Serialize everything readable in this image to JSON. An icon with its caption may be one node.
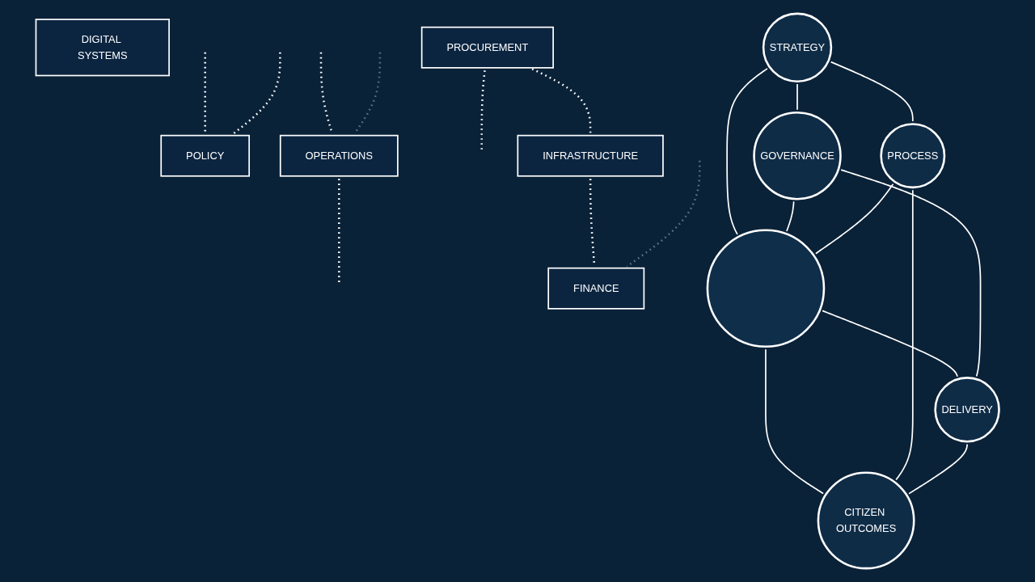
{
  "diagram": {
    "nodes": [
      {
        "text": [
          "DIGITAL SYSTEMS"
        ]
      },
      {
        "text": [
          "POLICY"
        ]
      },
      {
        "text": [
          "OPERATIONS"
        ]
      },
      {
        "text": [
          "PROCUREMENT"
        ]
      },
      {
        "text": [
          "INFRASTRUCTURE"
        ]
      },
      {
        "text": [
          "FINANCE"
        ]
      },
      {
        "text": [
          "STRATEGY"
        ]
      },
      {
        "text": [
          "GOVERNANCE"
        ]
      },
      {
        "text": [],
        "shape": "circle"
      },
      {
        "text": [
          "PROCESS"
        ]
      },
      {
        "text": [
          "DELIVERY"
        ]
      },
      {
        "text": [
          "CITIZEN OUTCOMES"
        ]
      }
    ],
    "edges": [
      {
        "from": null,
        "to": 1,
        "arrow": "none",
        "style": "dashed"
      },
      {
        "from": null,
        "to": 1,
        "arrow": "none",
        "style": "dashed"
      },
      {
        "from": null,
        "to": 2,
        "arrow": "none",
        "style": "dashed"
      },
      {
        "from": null,
        "to": 2,
        "arrow": "none",
        "style": "dashed",
        "color": "#56718a"
      },
      {
        "from": 2,
        "to": null,
        "arrow": "none",
        "style": "dashed"
      },
      {
        "from": 3,
        "to": null,
        "arrow": "none",
        "style": "dashed"
      },
      {
        "from": 3,
        "to": 4,
        "arrow": "none",
        "style": "dashed"
      },
      {
        "from": 4,
        "to": 5,
        "arrow": "none",
        "style": "dashed"
      },
      {
        "from": null,
        "to": 5,
        "arrow": "none",
        "style": "dashed",
        "color": "#56718a"
      },
      {
        "from": 6,
        "to": 8,
        "arrow": "none"
      },
      {
        "from": 7,
        "to": 8,
        "arrow": "none"
      },
      {
        "from": 9,
        "to": 8,
        "arrow": "none"
      },
      {
        "from": 8,
        "to": 10,
        "arrow": "none"
      },
      {
        "from": 8,
        "to": 11,
        "arrow": "none"
      },
      {
        "from": 6,
        "to": 9,
        "arrow": "none"
      },
      {
        "from": 9,
        "to": 11,
        "arrow": "none"
      },
      {
        "from": 10,
        "to": 11,
        "arrow": "none"
      },
      {
        "from": 7,
        "to": 10,
        "arrow": "none"
      },
      {
        "from": 6,
        "to": 7,
        "arrow": "none"
      }
    ]
  }
}
